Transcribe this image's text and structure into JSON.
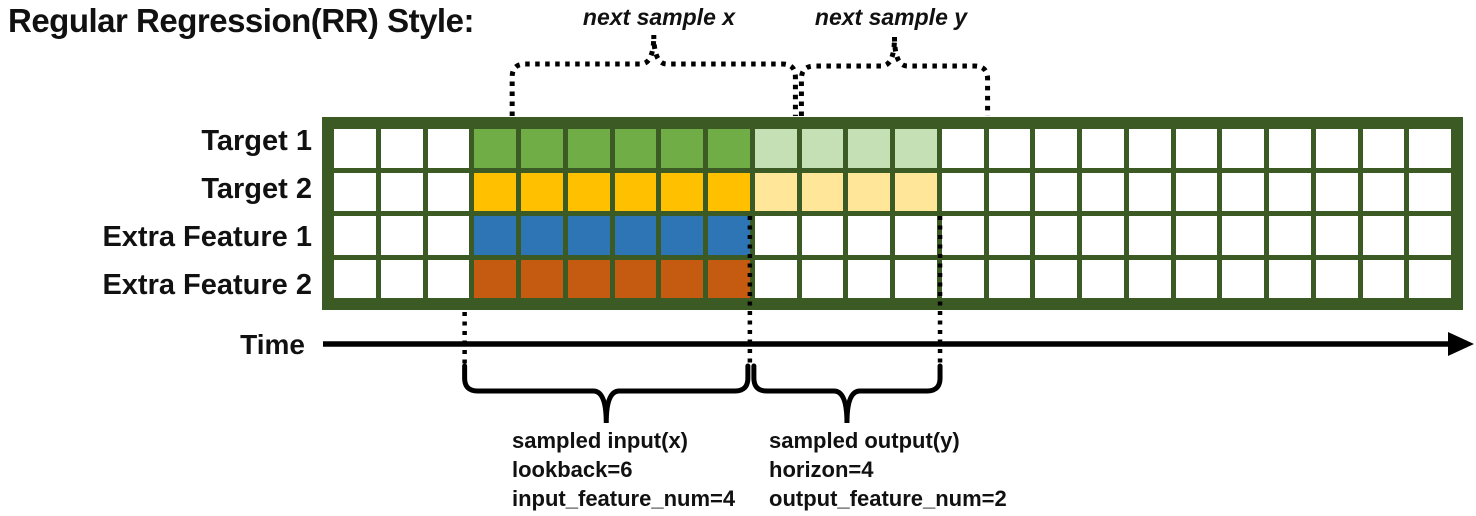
{
  "title": "Regular Regression(RR) Style:",
  "annotations": {
    "next_sample_x": "next sample x",
    "next_sample_y": "next sample y"
  },
  "grid": {
    "columns": 24,
    "input_start_column": 4,
    "lookback": 6,
    "horizon": 4,
    "line_color": "#3c5a23",
    "empty_cell_color": "#ffffff",
    "rows": [
      {
        "label": "Target 1",
        "input_color": "#70ad47",
        "output_color": "#c5e0b4",
        "has_output": true
      },
      {
        "label": "Target 2",
        "input_color": "#ffc000",
        "output_color": "#ffe699",
        "has_output": true
      },
      {
        "label": "Extra Feature 1",
        "input_color": "#2e75b6",
        "output_color": null,
        "has_output": false
      },
      {
        "label": "Extra Feature 2",
        "input_color": "#c55a11",
        "output_color": null,
        "has_output": false
      }
    ]
  },
  "time_axis": {
    "label": "Time",
    "arrow_color": "#000000"
  },
  "sample_labels": {
    "input": [
      "sampled input(x)",
      "lookback=6",
      "input_feature_num=4"
    ],
    "output": [
      "sampled output(y)",
      "horizon=4",
      "output_feature_num=2"
    ]
  }
}
